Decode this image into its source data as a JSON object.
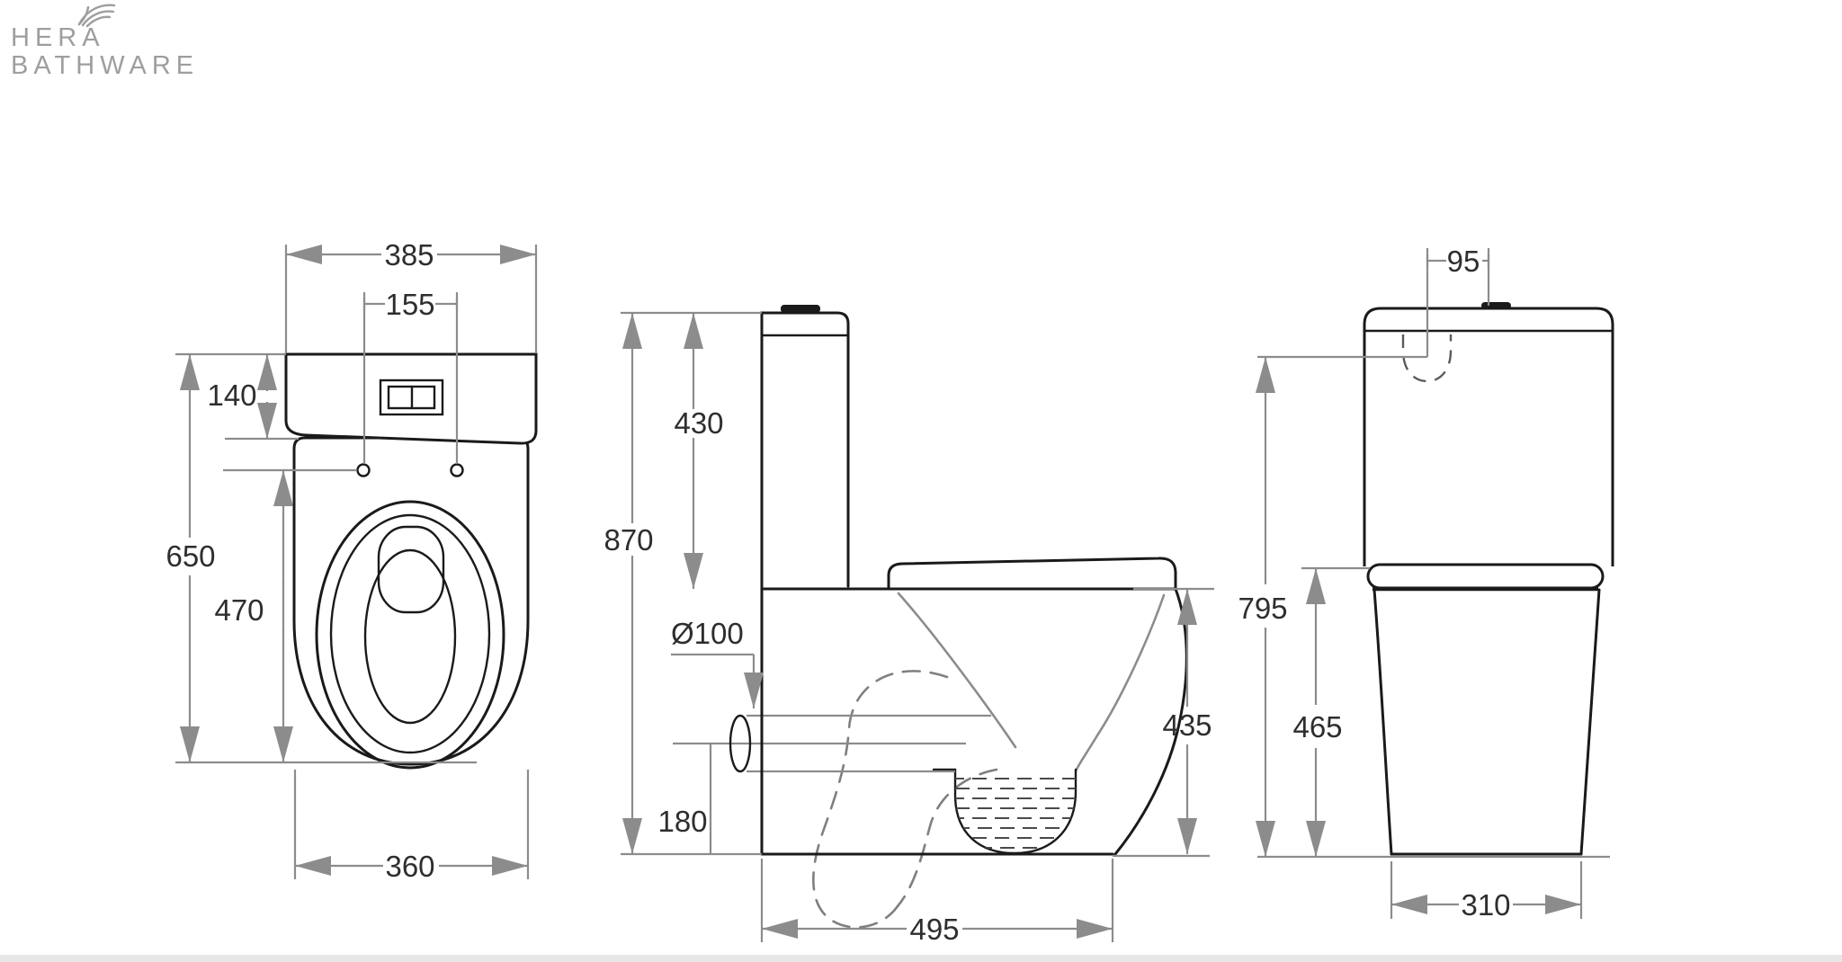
{
  "brand": {
    "line1": "HERA",
    "line2": "BATHWARE"
  },
  "drawing": {
    "product": "close-coupled toilet suite, three orthographic views with dimensions (mm)",
    "line_color": "#1a1a1a",
    "dimension_color": "#8c8c8c",
    "views": {
      "plan": {
        "dims": {
          "cistern_width": "385",
          "seat_hole_centres": "155",
          "cistern_depth": "140",
          "overall_depth": "650",
          "holes_to_front": "470",
          "bowl_width": "360"
        }
      },
      "side": {
        "dims": {
          "total_height": "870",
          "cistern_height": "430",
          "outlet_diameter": "Ø100",
          "outlet_centre_height": "180",
          "seat_height": "435",
          "base_depth": "495"
        }
      },
      "front": {
        "dims": {
          "inlet_offset": "95",
          "inlet_height": "795",
          "seat_level_height": "465",
          "base_width": "310"
        }
      }
    }
  }
}
